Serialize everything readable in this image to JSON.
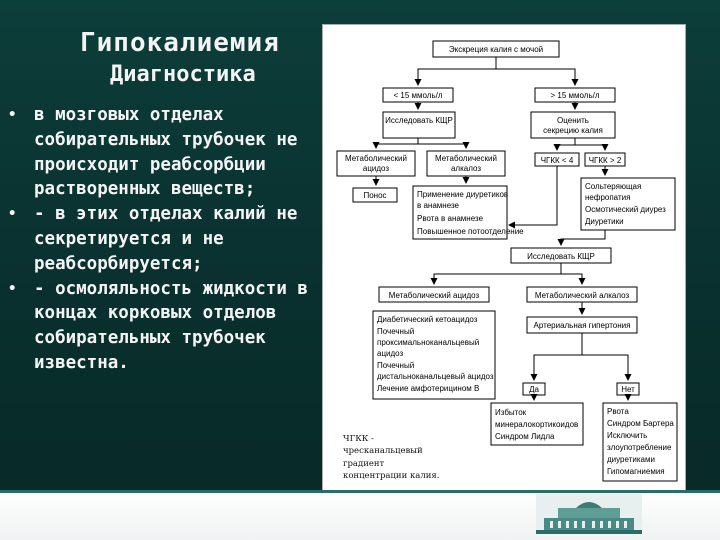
{
  "slide": {
    "title": "Гипокалиемия",
    "subtitle": "Диагностика",
    "bullets": [
      "в мозговых отделах собирательных трубочек не происходит реабсорбции растворенных веществ;",
      "- в этих отделах калий не секретируется и не реабсорбируется;",
      "- осмоляльность жидкости в концах корковых отделов собирательных трубочек известна."
    ]
  },
  "diagram": {
    "root": "Экскреция калия с мочой",
    "low": "< 15 ммоль/л",
    "high": "> 15 ммоль/л",
    "check_kshr_1": "Исследовать КЩР",
    "assess_1": "Оценить",
    "assess_2": "секрецию калия",
    "met_acidosis_1": "Метаболический",
    "met_acidosis_2": "ацидоз",
    "met_alkalosis_1": "Метаболический",
    "met_alkalosis_2": "алкалоз",
    "tgkk_low": "ЧГКК < 4",
    "tgkk_high": "ЧГКК > 2",
    "diarrhea": "Понос",
    "history_1": "Применение диуретиков",
    "history_2": "в анамнезе",
    "history_3": "Рвота в анамнезе",
    "history_4": "Повышенное потоотделение",
    "renal_1": "Сольтеряющая",
    "renal_2": "нефропатия",
    "renal_3": "Осмотический диурез",
    "renal_4": "Диуретики",
    "check_kshr_2": "Исследовать КЩР",
    "met_acidosis_full": "Метаболический ацидоз",
    "met_alkalosis_full": "Метаболический алкалоз",
    "acid_causes_1": "Диабетический кетоацидоз",
    "acid_causes_2": "Почечный",
    "acid_causes_3": "проксимальноканальцевый",
    "acid_causes_4": "ацидоз",
    "acid_causes_5": "Почечный",
    "acid_causes_6": "дистальноканальцевый ацидоз",
    "acid_causes_7": "Лечение амфотерицином В",
    "hypertension": "Артериальная гипертония",
    "yes": "Да",
    "no": "Нет",
    "excess_1": "Избыток",
    "excess_2": "минералокортикоидов",
    "excess_3": "Синдром Лидла",
    "other_1": "Рвота",
    "other_2": "Синдром Бартера",
    "other_3": "Исключить",
    "other_4": "злоупотребление",
    "other_5": "диуретиками",
    "other_6": "Гипомагниемия"
  },
  "footnote": [
    "ЧГКК -",
    "чресканальцевый",
    "градиент",
    "концентрации калия."
  ]
}
